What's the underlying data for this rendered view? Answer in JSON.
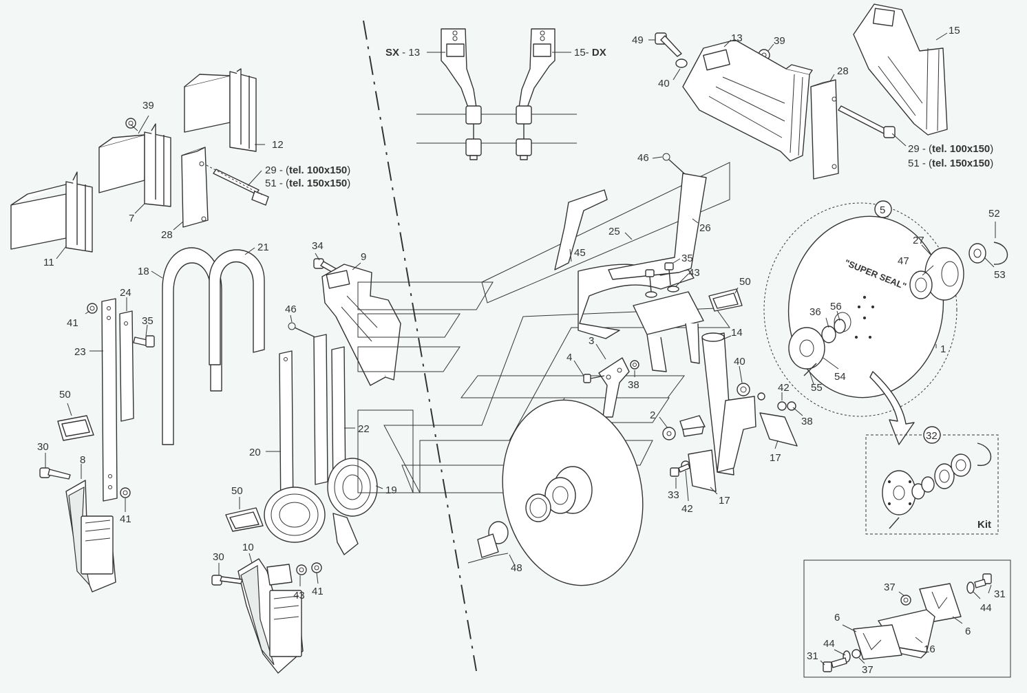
{
  "labels": {
    "p1": "1",
    "p2": "2",
    "p3": "3",
    "p4": "4",
    "p5": "5",
    "p6a": "6",
    "p6b": "6",
    "p7": "7",
    "p8": "8",
    "p9": "9",
    "p10": "10",
    "p11": "11",
    "p12": "12",
    "p13": "13",
    "p14": "14",
    "p15": "15",
    "p16": "16",
    "p17a": "17",
    "p17b": "17",
    "p18": "18",
    "p19": "19",
    "p20": "20",
    "p21": "21",
    "p22": "22",
    "p23": "23",
    "p24": "24",
    "p25": "25",
    "p26": "26",
    "p27": "27",
    "p28a": "28",
    "p28b": "28",
    "p30a": "30",
    "p30b": "30",
    "p31a": "31",
    "p31b": "31",
    "p32": "32",
    "p33": "33",
    "p34": "34",
    "p35a": "35",
    "p35b": "35",
    "p36": "36",
    "p37a": "37",
    "p37b": "37",
    "p38a": "38",
    "p38b": "38",
    "p39a": "39",
    "p39b": "39",
    "p40a": "40",
    "p40b": "40",
    "p41a": "41",
    "p41b": "41",
    "p41c": "41",
    "p42a": "42",
    "p42b": "42",
    "p43a": "43",
    "p43b": "43",
    "p44a": "44",
    "p44b": "44",
    "p45": "45",
    "p46a": "46",
    "p46b": "46",
    "p47": "47",
    "p48": "48",
    "p49": "49",
    "p50a": "50",
    "p50b": "50",
    "p50c": "50",
    "p52": "52",
    "p53": "53",
    "p54": "54",
    "p55": "55",
    "p56": "56"
  },
  "sx_label": {
    "prefix": "SX",
    "part": " - 13"
  },
  "dx_label": {
    "part": "15- ",
    "suffix": "DX"
  },
  "bolt_spec_left": {
    "line1_num": "29 - (",
    "line1_bold": "tel. 100x150",
    "line1_end": ")",
    "line2_num": "51 - (",
    "line2_bold": "tel. 150x150",
    "line2_end": ")"
  },
  "bolt_spec_right": {
    "line1_num": "29 - (",
    "line1_bold": "tel. 100x150",
    "line1_end": ")",
    "line2_num": "51 - (",
    "line2_bold": "tel. 150x150",
    "line2_end": ")"
  },
  "disc_marking": "\"SUPER SEAL\"",
  "kit_label": "Kit"
}
